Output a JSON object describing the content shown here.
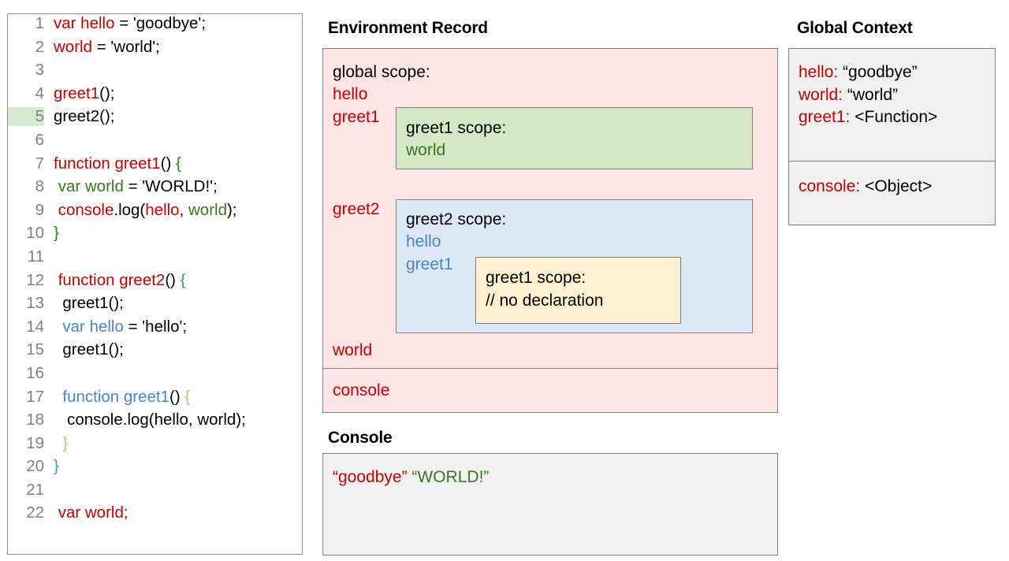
{
  "code_panel": {
    "name": "javascript-source-code",
    "highlighted_line": 5,
    "lines": [
      {
        "num": "1",
        "tokens": [
          {
            "t": "var hello",
            "c": "red"
          },
          {
            "t": " = 'goodbye';",
            "c": "black"
          }
        ]
      },
      {
        "num": "2",
        "tokens": [
          {
            "t": "world",
            "c": "red"
          },
          {
            "t": " = 'world';",
            "c": "black"
          }
        ]
      },
      {
        "num": "3",
        "tokens": []
      },
      {
        "num": "4",
        "tokens": [
          {
            "t": "greet1",
            "c": "red"
          },
          {
            "t": "();",
            "c": "black"
          }
        ]
      },
      {
        "num": "5",
        "tokens": [
          {
            "t": "greet2();",
            "c": "black"
          }
        ]
      },
      {
        "num": "6",
        "tokens": []
      },
      {
        "num": "7",
        "tokens": [
          {
            "t": "function greet1",
            "c": "red"
          },
          {
            "t": "() ",
            "c": "black"
          },
          {
            "t": "{",
            "c": "green"
          }
        ]
      },
      {
        "num": "8",
        "tokens": [
          {
            "t": " ",
            "c": "black"
          },
          {
            "t": "var world",
            "c": "green"
          },
          {
            "t": " = 'WORLD!';",
            "c": "black"
          }
        ]
      },
      {
        "num": "9",
        "tokens": [
          {
            "t": " ",
            "c": "black"
          },
          {
            "t": "console",
            "c": "red"
          },
          {
            "t": ".log(",
            "c": "black"
          },
          {
            "t": "hello",
            "c": "red"
          },
          {
            "t": ", ",
            "c": "black"
          },
          {
            "t": "world",
            "c": "green"
          },
          {
            "t": ");",
            "c": "black"
          }
        ]
      },
      {
        "num": "10",
        "tokens": [
          {
            "t": "}",
            "c": "green"
          }
        ]
      },
      {
        "num": "11",
        "tokens": []
      },
      {
        "num": "12",
        "tokens": [
          {
            "t": " ",
            "c": "black"
          },
          {
            "t": "function greet2",
            "c": "red"
          },
          {
            "t": "() ",
            "c": "black"
          },
          {
            "t": "{",
            "c": "blue"
          }
        ]
      },
      {
        "num": "13",
        "tokens": [
          {
            "t": "  greet1();",
            "c": "black"
          }
        ]
      },
      {
        "num": "14",
        "tokens": [
          {
            "t": "  ",
            "c": "black"
          },
          {
            "t": "var hello",
            "c": "blue"
          },
          {
            "t": " = 'hello';",
            "c": "black"
          }
        ]
      },
      {
        "num": "15",
        "tokens": [
          {
            "t": "  greet1();",
            "c": "black"
          }
        ]
      },
      {
        "num": "16",
        "tokens": []
      },
      {
        "num": "17",
        "tokens": [
          {
            "t": "  ",
            "c": "black"
          },
          {
            "t": "function greet1",
            "c": "blue"
          },
          {
            "t": "() ",
            "c": "black"
          },
          {
            "t": "{",
            "c": "tan"
          }
        ]
      },
      {
        "num": "18",
        "tokens": [
          {
            "t": "   console.log(hello, world);",
            "c": "black"
          }
        ]
      },
      {
        "num": "19",
        "tokens": [
          {
            "t": "  ",
            "c": "black"
          },
          {
            "t": "}",
            "c": "tan"
          }
        ]
      },
      {
        "num": "20",
        "tokens": [
          {
            "t": "}",
            "c": "blue"
          }
        ]
      },
      {
        "num": "21",
        "tokens": []
      },
      {
        "num": "22",
        "tokens": [
          {
            "t": " ",
            "c": "black"
          },
          {
            "t": "var world;",
            "c": "red"
          }
        ]
      }
    ]
  },
  "environment_record": {
    "title": "Environment Record",
    "global_scope_label": "global scope:",
    "bindings": [
      "hello",
      "greet1",
      "greet2",
      "world"
    ],
    "console_binding": "console",
    "greet1_scope": {
      "header": "greet1 scope:",
      "bindings": [
        "world"
      ]
    },
    "greet2_scope": {
      "header": "greet2 scope:",
      "bindings": [
        "hello",
        "greet1"
      ]
    },
    "inner_greet1_scope": {
      "header": "greet1 scope:",
      "body": "// no declaration"
    }
  },
  "global_context": {
    "title": "Global Context",
    "variables": [
      {
        "key": "hello:",
        "value": " “goodbye”"
      },
      {
        "key": "world:",
        "value": " “world”"
      },
      {
        "key": "greet1:",
        "value": " <Function>"
      }
    ],
    "objects": [
      {
        "key": "console:",
        "value": " <Object>"
      }
    ]
  },
  "console": {
    "title": "Console",
    "output": [
      {
        "text": "“goodbye”",
        "c": "red"
      },
      {
        "text": " ",
        "c": "black"
      },
      {
        "text": "“WORLD!”",
        "c": "green"
      }
    ]
  },
  "colors": {
    "red": "#c00000",
    "green": "#38761d",
    "blue": "#4a86c8",
    "tan": "#e0b468",
    "black": "#000000",
    "pink_bg": "#fce5e4",
    "green_bg": "#d4e8c6",
    "blue_bg": "#dde7f7",
    "yellow_bg": "#fdf0ce",
    "grey_bg": "#f1f1f1",
    "border": "#7f7f7f",
    "line_highlight": "#d9ead3"
  }
}
